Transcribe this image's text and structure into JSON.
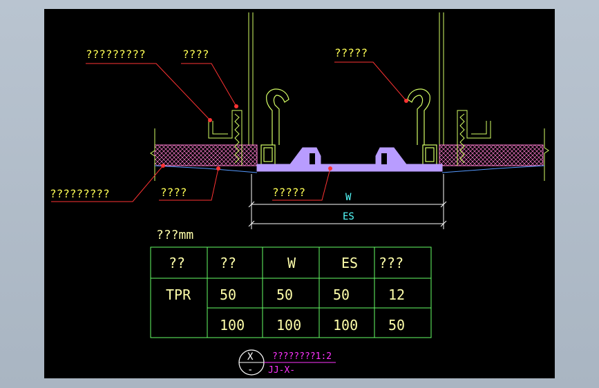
{
  "colors": {
    "canvas": "#000000",
    "frame_bg": "#aab4bf",
    "label_yellow": "#ffff55",
    "leader_red": "#ff3333",
    "profile_green": "#d6ff66",
    "profile_violet": "#b89cff",
    "hatch_pink": "#ff7dd0",
    "dim_cyan": "#55ffff",
    "table_green": "#66ff66",
    "table_text": "#ffffaa",
    "scale_magenta": "#ff33ff",
    "title_white": "#ffffff"
  },
  "labels": {
    "upper_left_1": "?????????",
    "upper_left_2": "????",
    "upper_right": "?????",
    "lower_left_1": "?????????",
    "lower_left_2": "????",
    "lower_center": "?????"
  },
  "dimensions": {
    "w_label": "W",
    "es_label": "ES"
  },
  "table": {
    "caption": "???mm",
    "header": [
      "??",
      "??",
      "W",
      "ES",
      "???"
    ],
    "rows": [
      [
        "TPR",
        "50",
        "50",
        "50",
        "12"
      ],
      [
        "",
        "100",
        "100",
        "100",
        "50"
      ]
    ]
  },
  "title_block": {
    "symbol_top": "X",
    "symbol_bottom": "-",
    "scale_text": "????????1:2",
    "drawing_code": "JJ-X-"
  }
}
